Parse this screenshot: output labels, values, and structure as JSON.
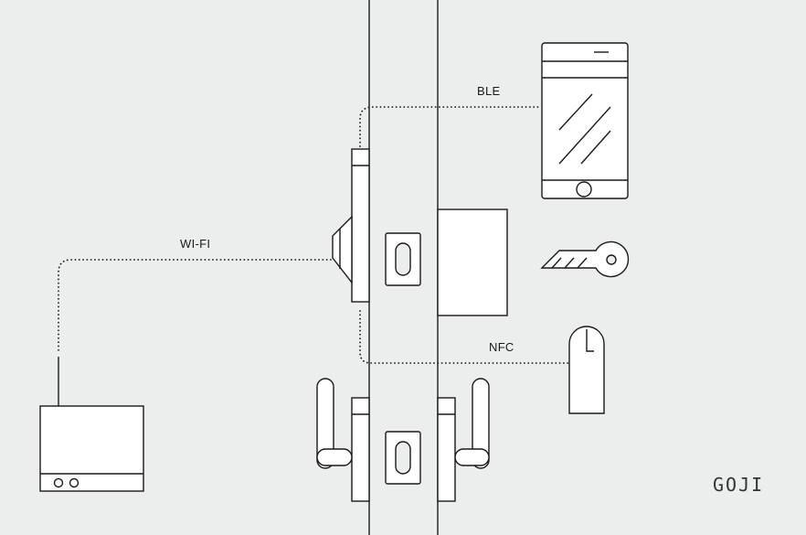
{
  "labels": {
    "ble": "BLE",
    "wifi": "WI-FI",
    "nfc": "NFC"
  },
  "brand": {
    "logo": "GOJI"
  },
  "colors": {
    "background": "#eceeed",
    "stroke": "#1a1a1a",
    "fill": "#ffffff"
  }
}
